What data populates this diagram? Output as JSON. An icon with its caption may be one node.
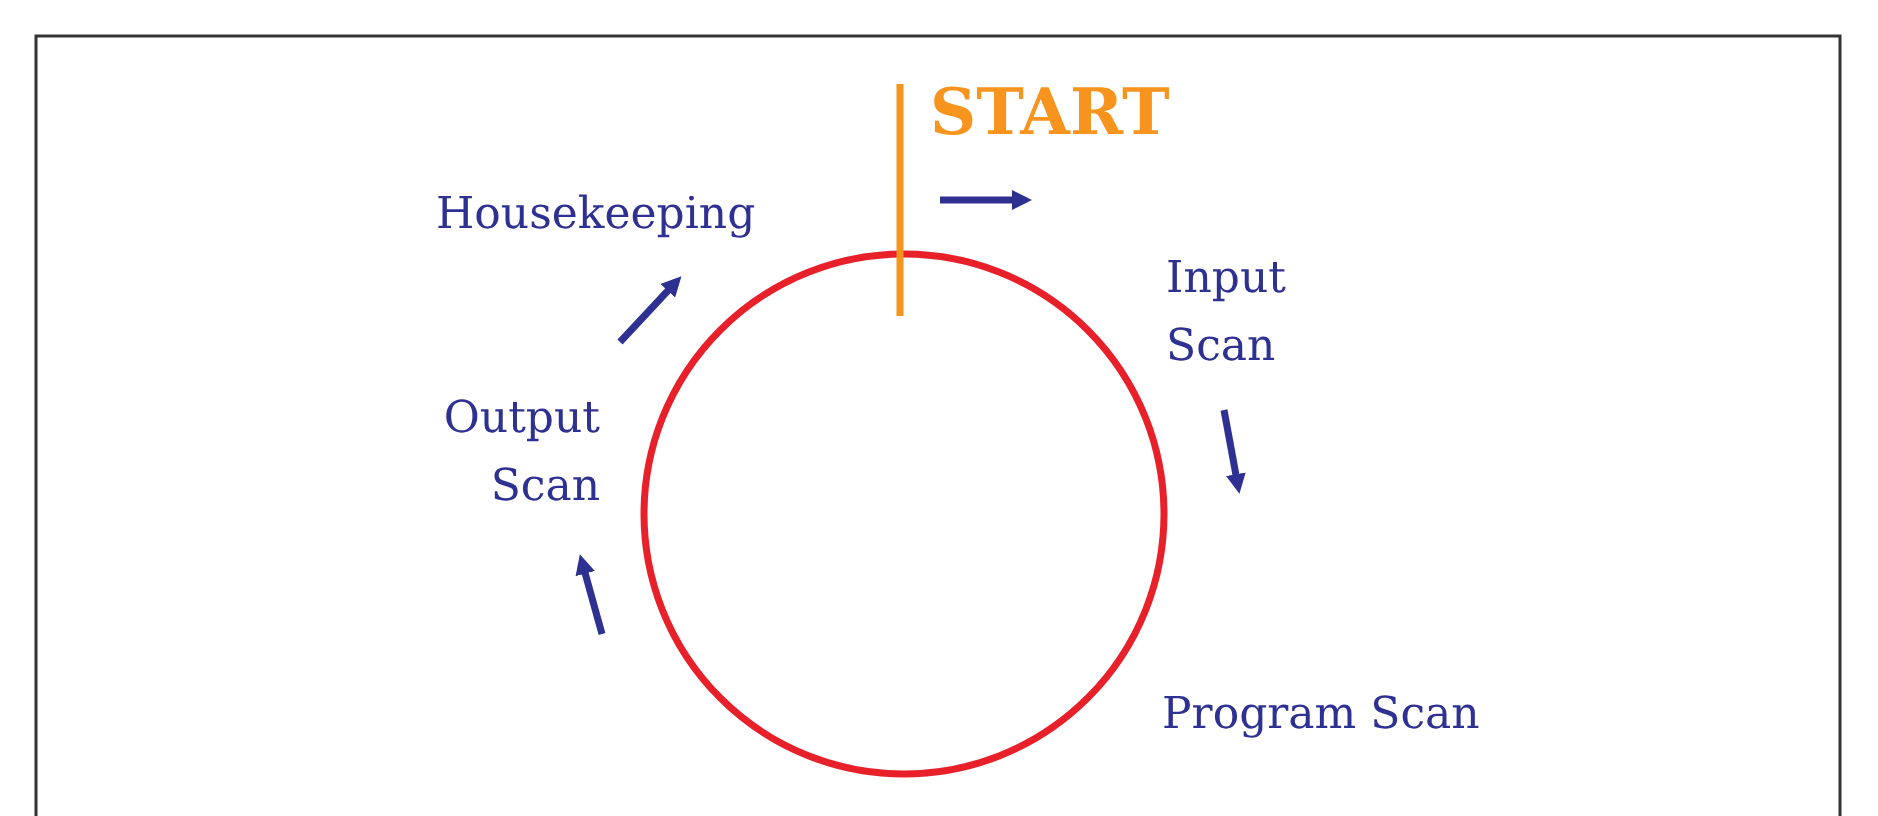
{
  "diagram": {
    "labels": [
      "START",
      "Housekeeping",
      "Input Scan",
      "Output Scan",
      "Program Scan"
    ]
  }
}
